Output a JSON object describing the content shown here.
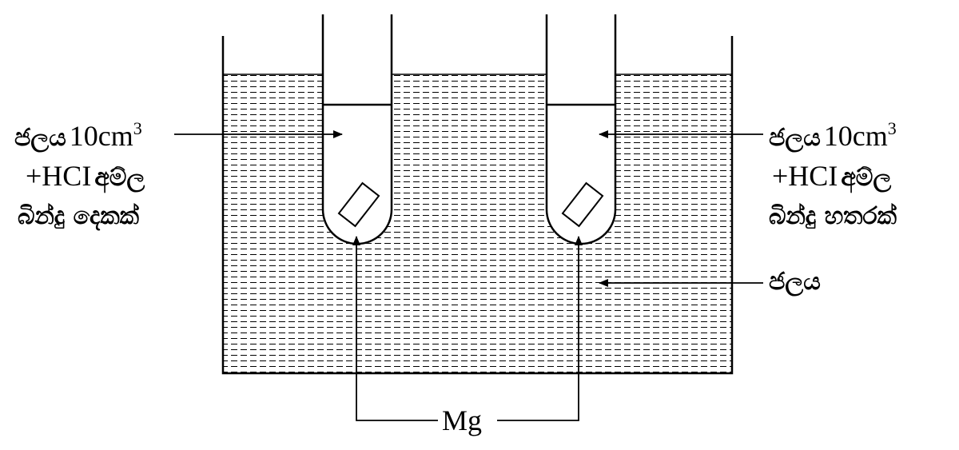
{
  "labels": {
    "left": {
      "line1_sinhala": "ජලය",
      "line1_latin": "10cm",
      "line1_sup": "3",
      "line2_latin": "+HCI",
      "line2_sinhala": "අම්ල",
      "line3": "බින්දු දෙකක්"
    },
    "right": {
      "line1_sinhala": "ජලය",
      "line1_latin": "10cm",
      "line1_sup": "3",
      "line2_latin": "+HCI",
      "line2_sinhala": "අම්ල",
      "line3": "බින්දු හතරක්"
    },
    "water": "ජලය",
    "mg": "Mg"
  },
  "colors": {
    "ink": "#000000",
    "background": "#ffffff"
  }
}
